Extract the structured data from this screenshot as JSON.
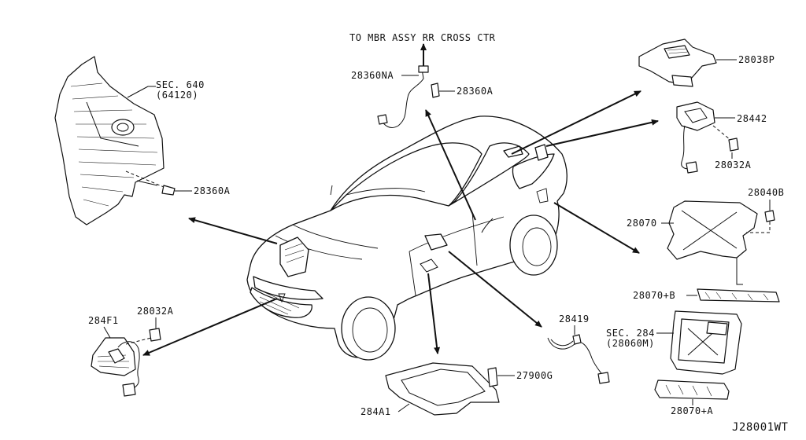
{
  "diagram_id": "J28001WT",
  "top_note": "TO MBR ASSY RR CROSS CTR",
  "labels": {
    "sec640": "SEC. 640",
    "sec640_sub": "(64120)",
    "p28360A_left": "28360A",
    "p28360NA": "28360NA",
    "p28360A_top": "28360A",
    "p28038P": "28038P",
    "p28442": "28442",
    "p28032A_right": "28032A",
    "p28040B": "28040B",
    "p28070": "28070",
    "p28070B": "28070+B",
    "sec284": "SEC. 284",
    "sec284_sub": "(28060M)",
    "p28070A": "28070+A",
    "p28419": "28419",
    "p27900G": "27900G",
    "p284A1": "284A1",
    "p284F1": "284F1",
    "p28032A_left": "28032A"
  }
}
